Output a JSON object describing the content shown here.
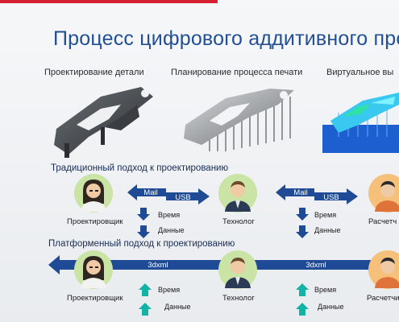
{
  "title": "Процесс цифрового аддитивного про",
  "stages": [
    {
      "label": "Проектирование детали"
    },
    {
      "label": "Планирование процесса печати"
    },
    {
      "label": "Виртуальное вы"
    }
  ],
  "traditional": {
    "heading": "Традиционный подход к проектированию",
    "mail": "Mail",
    "usb": "USB",
    "mail2": "Mail",
    "usb2": "USB",
    "time": "Время",
    "data": "Данные",
    "time2": "Время",
    "data2": "Данные",
    "roles": [
      "Проектировщик",
      "Технолог",
      "Расчетч"
    ]
  },
  "platform": {
    "heading": "Платформенный подход к проектированию",
    "format": "3dxml",
    "format2": "3dxml",
    "time": "Время",
    "data": "Данные",
    "time2": "Время",
    "data2": "Данные",
    "roles": [
      "Проектировщик",
      "Технолог",
      "Расчетчи"
    ]
  },
  "colors": {
    "title": "#234f95",
    "arrow_blue": "#1f4a95",
    "arrow_teal": "#12b3a6",
    "accent_red": "#d42030"
  },
  "icons": [
    "person-avatar-female",
    "person-avatar-male",
    "arrow-down",
    "arrow-up",
    "arrow-left",
    "arrow-right"
  ]
}
